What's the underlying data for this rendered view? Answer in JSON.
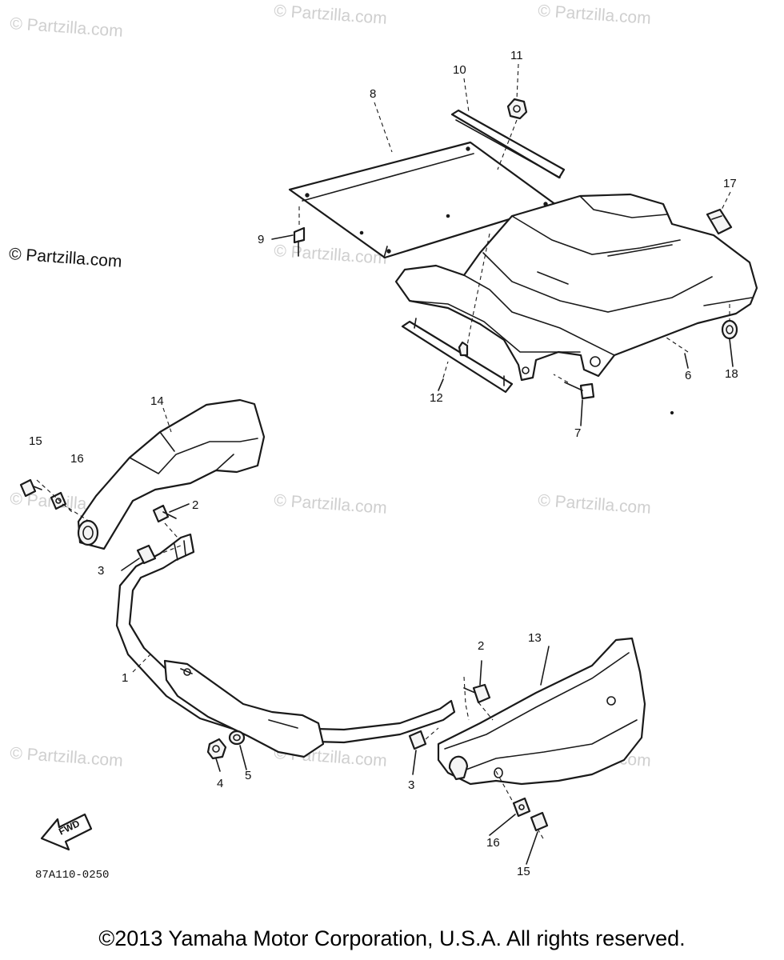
{
  "watermark": "© Partzilla.com",
  "side_credit": "© Partzilla.com",
  "diagram_code": "87A110-0250",
  "fwd_label": "FWD",
  "footer": "©2013 Yamaha Motor Corporation, U.S.A. All rights reserved.",
  "callouts": [
    "1",
    "2",
    "2",
    "3",
    "3",
    "4",
    "5",
    "6",
    "7",
    "8",
    "9",
    "10",
    "11",
    "12",
    "13",
    "14",
    "15",
    "15",
    "16",
    "16",
    "17",
    "18"
  ],
  "colors": {
    "line": "#1a1a1a",
    "watermark": "#cfcfcf",
    "background": "#ffffff"
  }
}
